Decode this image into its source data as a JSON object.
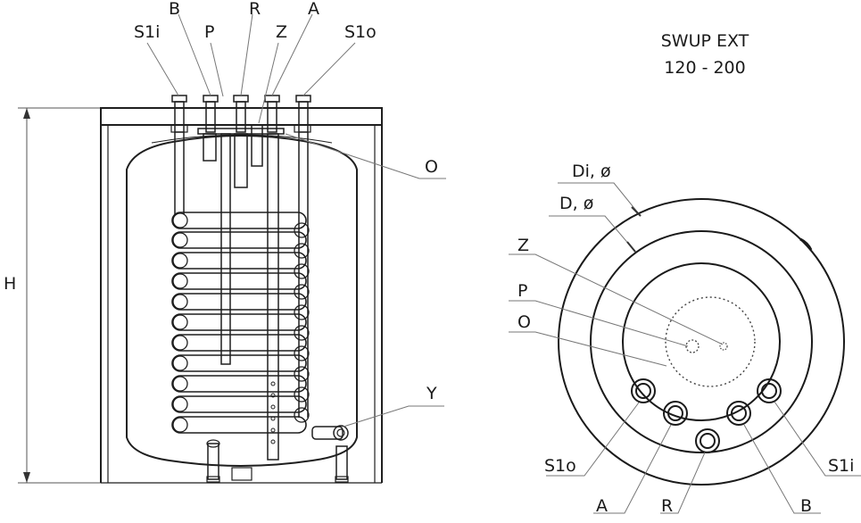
{
  "title": {
    "line1": "SWUP EXT",
    "line2": "120 - 200"
  },
  "side_view": {
    "labels": {
      "S1i": "S1i",
      "B": "B",
      "P": "P",
      "R": "R",
      "Z": "Z",
      "A": "A",
      "S1o": "S1o",
      "O": "O",
      "Y": "Y",
      "H": "H"
    }
  },
  "top_view": {
    "labels": {
      "Di": "Di, ø",
      "D": "D, ø",
      "Z": "Z",
      "P": "P",
      "O": "O",
      "S1o": "S1o",
      "A": "A",
      "R": "R",
      "B": "B",
      "S1i": "S1i"
    }
  },
  "colors": {
    "line": "#1f1f1f",
    "leader": "#777777",
    "background": "#ffffff"
  }
}
